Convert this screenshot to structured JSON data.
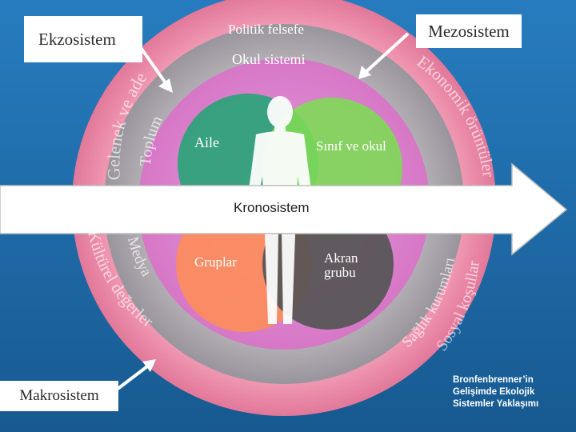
{
  "labels": {
    "ekzosistem": "Ekzosistem",
    "mezosistem": "Mezosistem",
    "makrosistem": "Makrosistem",
    "politik_felsefe": "Politik felsefe",
    "okul_sistemi": "Okul sistemi",
    "kronosistem": "Kronosistem",
    "aile": "Aile",
    "sinif_ve_okul": "Sınıf ve okul",
    "gruplar": "Gruplar",
    "akran_grubu_1": "Akran",
    "akran_grubu_2": "grubu",
    "gelenek": "Gelenek ve adetler",
    "toplum": "Toplum",
    "ekonomik": "Ekonomik örüntüler",
    "kulturel": "Kültürel değerler",
    "medya": "Medya",
    "saglik": "Sağlık kurumları",
    "sosyal": "Sosyal koşullar"
  },
  "caption": {
    "line1": "Bronfenbrenner’in",
    "line2": "Gelişimde Ekolojik",
    "line3": "Sistemler Yaklaşımı"
  },
  "colors": {
    "background_top": "#2a83c8",
    "background_bottom": "#1a5f97",
    "outer_ring": "#ee86a6",
    "middle_ring": "#a9a5ab",
    "inner_disc": "#e489d0",
    "aile_circle": "#2fa27a",
    "sinif_circle": "#7ed957",
    "gruplar_circle": "#fc8c5c",
    "akran_circle": "#555555",
    "arrow_fill": "#ffffff"
  }
}
